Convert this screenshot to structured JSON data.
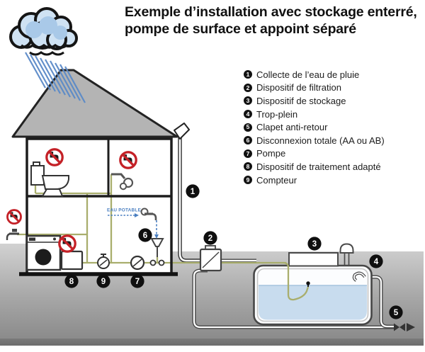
{
  "title": {
    "line1": "Exemple d’installation avec stockage enterré,",
    "line2": "pompe de surface et appoint séparé"
  },
  "legend": {
    "items": [
      {
        "num": "1",
        "label": "Collecte de l’eau de pluie"
      },
      {
        "num": "2",
        "label": "Dispositif de filtration"
      },
      {
        "num": "3",
        "label": "Dispositif de stockage"
      },
      {
        "num": "4",
        "label": "Trop-plein"
      },
      {
        "num": "5",
        "label": "Clapet anti-retour"
      },
      {
        "num": "6",
        "label": "Disconnexion totale (AA ou AB)"
      },
      {
        "num": "7",
        "label": "Pompe"
      },
      {
        "num": "8",
        "label": "Dispositif de traitement adapté"
      },
      {
        "num": "9",
        "label": "Compteur"
      }
    ]
  },
  "diagram": {
    "eau_potable_label": "EAU POTABLE",
    "markers": [
      {
        "num": "1"
      },
      {
        "num": "2"
      },
      {
        "num": "3"
      },
      {
        "num": "4"
      },
      {
        "num": "5"
      },
      {
        "num": "6"
      },
      {
        "num": "7"
      },
      {
        "num": "8"
      },
      {
        "num": "9"
      }
    ],
    "colors": {
      "non_potable_red": "#c42127",
      "potable_blue": "#4a7fc1",
      "pipe_olive": "#a9ae6d",
      "water_blue": "#c8dcee",
      "roof_gray": "#b4b4b4",
      "ground_gray": "#9b9b9b"
    }
  }
}
